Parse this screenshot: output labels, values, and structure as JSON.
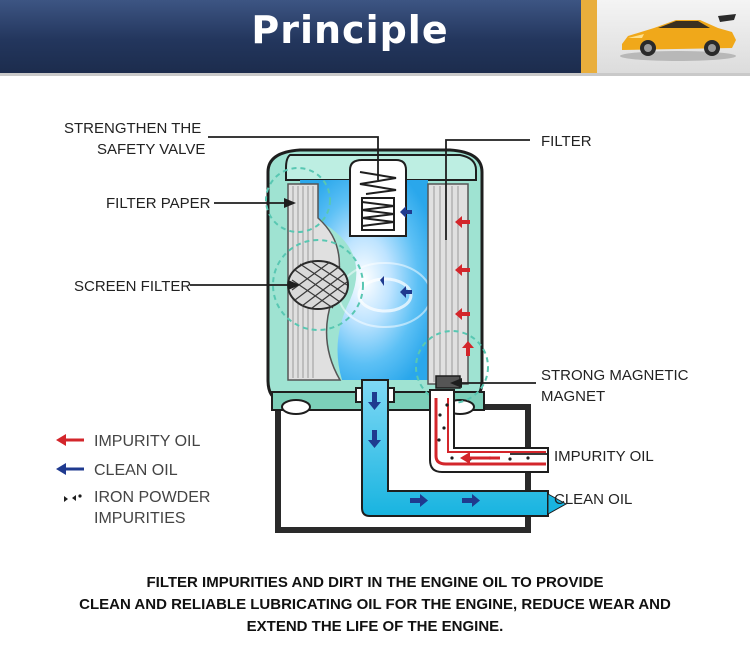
{
  "header": {
    "title": "Principle",
    "accent_color": "#e9ae3c",
    "band_color": "#23365d",
    "logo": "sports-car-icon"
  },
  "labels": {
    "valve_line1": "STRENGTHEN THE",
    "valve_line2": "SAFETY VALVE",
    "filter": "FILTER",
    "filter_paper": "FILTER PAPER",
    "screen_filter": "SCREEN FILTER",
    "magnet_line1": "STRONG MAGNETIC",
    "magnet_line2": "MAGNET",
    "impurity_oil": "IMPURITY OIL",
    "clean_oil": "CLEAN OIL"
  },
  "legend": {
    "impurity_oil": "IMPURITY OIL",
    "clean_oil": "CLEAN OIL",
    "iron_line1": "IRON POWDER",
    "iron_line2": "IMPURITIES",
    "impurity_color": "#d3262b",
    "clean_color": "#1f3a8f"
  },
  "caption": {
    "line1": "FILTER IMPURITIES AND DIRT IN THE ENGINE OIL TO PROVIDE",
    "line2": "CLEAN AND RELIABLE LUBRICATING OIL FOR THE ENGINE, REDUCE WEAR AND",
    "line3": "EXTEND THE LIFE OF THE ENGINE."
  }
}
